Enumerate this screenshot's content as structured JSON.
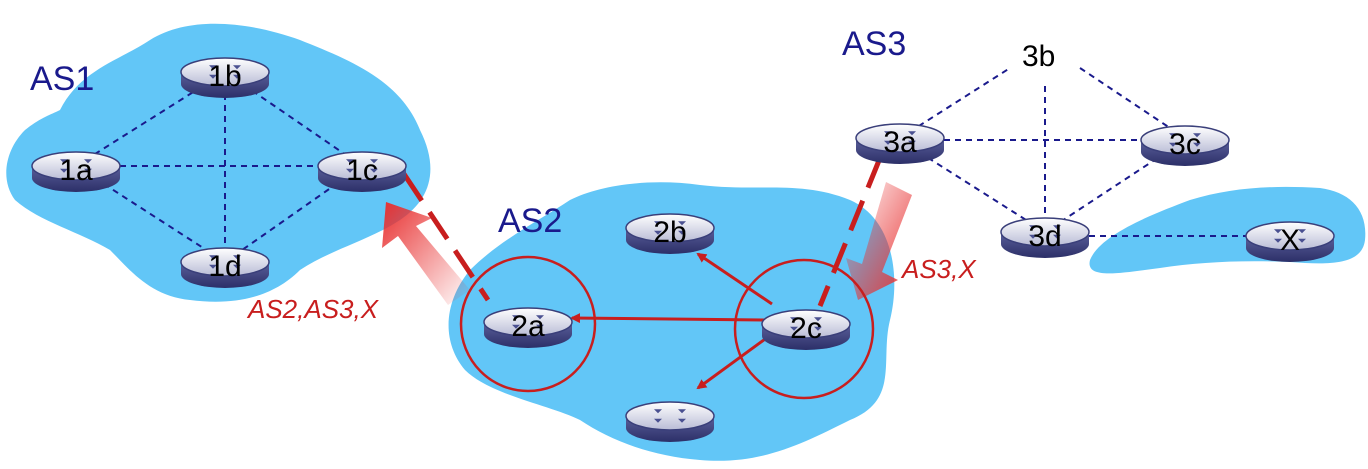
{
  "colors": {
    "as_cloud": "#62c6f7",
    "as_label": "#1a1a8c",
    "intra_link": "#1a1a8c",
    "ebgp": "#c81e1e",
    "advert": "#c81e1e"
  },
  "as_labels": {
    "as1": "AS1",
    "as2": "AS2",
    "as3": "AS3"
  },
  "routers": {
    "r1a": "1a",
    "r1b": "1b",
    "r1c": "1c",
    "r1d": "1d",
    "r2a": "2a",
    "r2b": "2b",
    "r2c": "2c",
    "r2d": "",
    "r3a": "3a",
    "r3b": "3b",
    "r3c": "3c",
    "r3d": "3d",
    "rx": "X"
  },
  "advertisements": {
    "to_as1": "AS2,AS3,X",
    "to_as2": "AS3,X"
  }
}
